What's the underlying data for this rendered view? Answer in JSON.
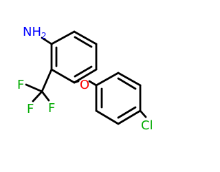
{
  "molecule": {
    "atoms": {
      "amine": "NH2",
      "amine_n": "N",
      "amine_h": "H",
      "amine_sub": "2",
      "oxygen": "O",
      "chlorine": "Cl",
      "fluorine_1": "F",
      "fluorine_2": "F",
      "fluorine_3": "F"
    }
  },
  "colors": {
    "bond": "#000000",
    "nitrogen": "#0000ff",
    "oxygen": "#ff0000",
    "fluorine": "#00aa00",
    "chlorine": "#00aa00"
  }
}
